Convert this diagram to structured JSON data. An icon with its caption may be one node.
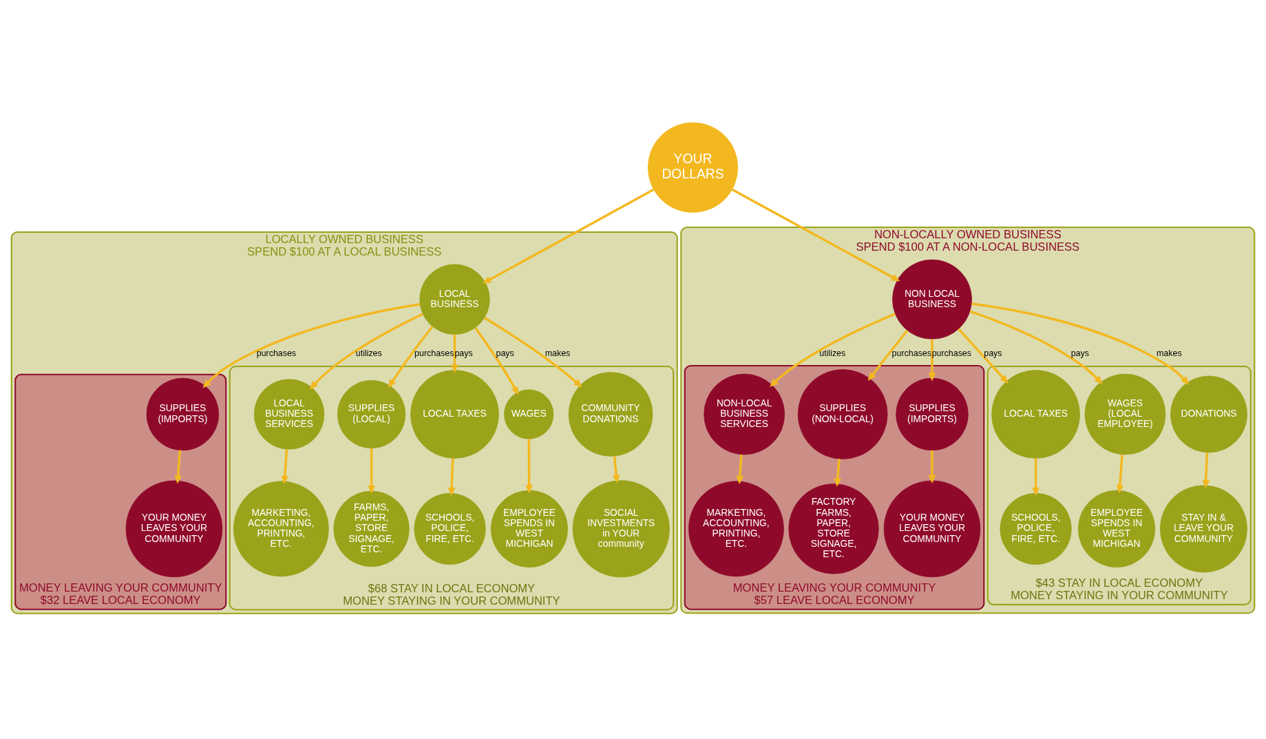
{
  "diagram": {
    "nodes": [
      {
        "text": [
          "YOUR DOLLARS"
        ]
      },
      {
        "text": [
          "LOCALLY OWNED BUSINESS",
          "SPEND $100 AT A LOCAL BUSINESS"
        ]
      },
      {
        "text": [
          "MONEY LEAVING YOUR COMMUNITY",
          "$32 LEAVE LOCAL ECONOMY"
        ],
        "in": 1
      },
      {
        "text": [
          "$68 STAY IN LOCAL ECONOMY",
          "MONEY STAYING IN YOUR COMMUNITY"
        ],
        "in": 1
      },
      {
        "text": [
          "LOCAL BUSINESS"
        ],
        "in": 1
      },
      {
        "text": [
          "SUPPLIES (IMPORTS)"
        ],
        "in": 2
      },
      {
        "text": [
          "YOUR MONEY LEAVES YOUR COMMUNITY"
        ],
        "in": 2
      },
      {
        "text": [
          "LOCAL BUSINESS SERVICES"
        ],
        "in": 3
      },
      {
        "text": [
          "MARKETING, ACCOUNTING, PRINTING, ETC."
        ],
        "in": 3
      },
      {
        "text": [
          "SUPPLIES (LOCAL)"
        ],
        "in": 3
      },
      {
        "text": [
          "FARMS, PAPER, STORE SIGNAGE, ETC."
        ],
        "in": 3
      },
      {
        "text": [
          "LOCAL TAXES"
        ],
        "in": 3
      },
      {
        "text": [
          "SCHOOLS, POLICE, FIRE, ETC."
        ],
        "in": 3
      },
      {
        "text": [
          "WAGES"
        ],
        "in": 3
      },
      {
        "text": [
          "EMPLOYEE SPENDS IN WEST MICHIGAN"
        ],
        "in": 3
      },
      {
        "text": [
          "COMMUNITY DONATIONS"
        ],
        "in": 3
      },
      {
        "text": [
          "SOCIAL INVESTMENTS in YOUR community"
        ],
        "in": 3
      },
      {
        "text": [
          "NON-LOCALLY OWNED BUSINESS",
          "SPEND $100 AT A NON-LOCAL BUSINESS"
        ]
      },
      {
        "text": [
          "MONEY LEAVING YOUR COMMUNITY",
          "$57 LEAVE LOCAL ECONOMY"
        ],
        "in": 17
      },
      {
        "text": [
          "$43 STAY IN LOCAL ECONOMY",
          "MONEY STAYING IN YOUR COMMUNITY"
        ],
        "in": 17
      },
      {
        "text": [
          "NON LOCAL BUSINESS"
        ],
        "in": 17
      },
      {
        "text": [
          "NON-LOCAL BUSINESS SERVICES"
        ],
        "in": 18
      },
      {
        "text": [
          "MARKETING, ACCOUNTING, PRINTING, ETC."
        ],
        "in": 18
      },
      {
        "text": [
          "SUPPLIES (NON-LOCAL)"
        ],
        "in": 18
      },
      {
        "text": [
          "FACTORY FARMS, PAPER, STORE SIGNAGE, ETC."
        ],
        "in": 18
      },
      {
        "text": [
          "SUPPLIES (IMPORTS)"
        ],
        "in": 18
      },
      {
        "text": [
          "YOUR MONEY LEAVES YOUR COMMUNITY"
        ],
        "in": 18
      },
      {
        "text": [
          "LOCAL TAXES"
        ],
        "in": 19
      },
      {
        "text": [
          "SCHOOLS, POLICE, FIRE, ETC."
        ],
        "in": 19
      },
      {
        "text": [
          "WAGES (LOCAL EMPLOYEE)"
        ],
        "in": 19
      },
      {
        "text": [
          "EMPLOYEE SPENDS IN WEST MICHIGAN"
        ],
        "in": 19
      },
      {
        "text": [
          "DONATIONS"
        ],
        "in": 19
      },
      {
        "text": [
          "STAY IN & LEAVE YOUR COMMUNITY"
        ],
        "in": 19
      }
    ],
    "edges": [
      {
        "from": 0,
        "to": 4,
        "arrow": "to"
      },
      {
        "from": 0,
        "to": 20,
        "arrow": "to"
      },
      {
        "from": 4,
        "to": 7,
        "label": "utilizes",
        "arrow": "to"
      },
      {
        "from": 7,
        "to": 8,
        "arrow": "to"
      },
      {
        "from": 4,
        "to": 5,
        "label": "purchases",
        "arrow": "to"
      },
      {
        "from": 5,
        "to": 6,
        "arrow": "to"
      },
      {
        "from": 4,
        "to": 9,
        "label": "purchases",
        "arrow": "to"
      },
      {
        "from": 9,
        "to": 10,
        "arrow": "to"
      },
      {
        "from": 4,
        "to": 11,
        "label": "pays",
        "arrow": "to"
      },
      {
        "from": 11,
        "to": 12,
        "arrow": "to"
      },
      {
        "from": 4,
        "to": 13,
        "label": "pays",
        "arrow": "to"
      },
      {
        "from": 13,
        "to": 14,
        "arrow": "to"
      },
      {
        "from": 4,
        "to": 15,
        "label": "makes",
        "arrow": "to"
      },
      {
        "from": 15,
        "to": 16,
        "arrow": "to"
      },
      {
        "from": 20,
        "to": 21,
        "label": "utilizes",
        "arrow": "to"
      },
      {
        "from": 21,
        "to": 22,
        "arrow": "to"
      },
      {
        "from": 20,
        "to": 25,
        "label": "purchases",
        "arrow": "to"
      },
      {
        "from": 25,
        "to": 26,
        "arrow": "to"
      },
      {
        "from": 20,
        "to": 23,
        "label": "purchases",
        "arrow": "to"
      },
      {
        "from": 23,
        "to": 24,
        "arrow": "to"
      },
      {
        "from": 20,
        "to": 27,
        "label": "pays",
        "arrow": "to"
      },
      {
        "from": 27,
        "to": 28,
        "arrow": "to"
      },
      {
        "from": 20,
        "to": 29,
        "label": "pays",
        "arrow": "to"
      },
      {
        "from": 29,
        "to": 30,
        "arrow": "to"
      },
      {
        "from": 20,
        "to": 31,
        "label": "makes",
        "arrow": "to"
      },
      {
        "from": 31,
        "to": 32,
        "arrow": "to"
      }
    ]
  }
}
